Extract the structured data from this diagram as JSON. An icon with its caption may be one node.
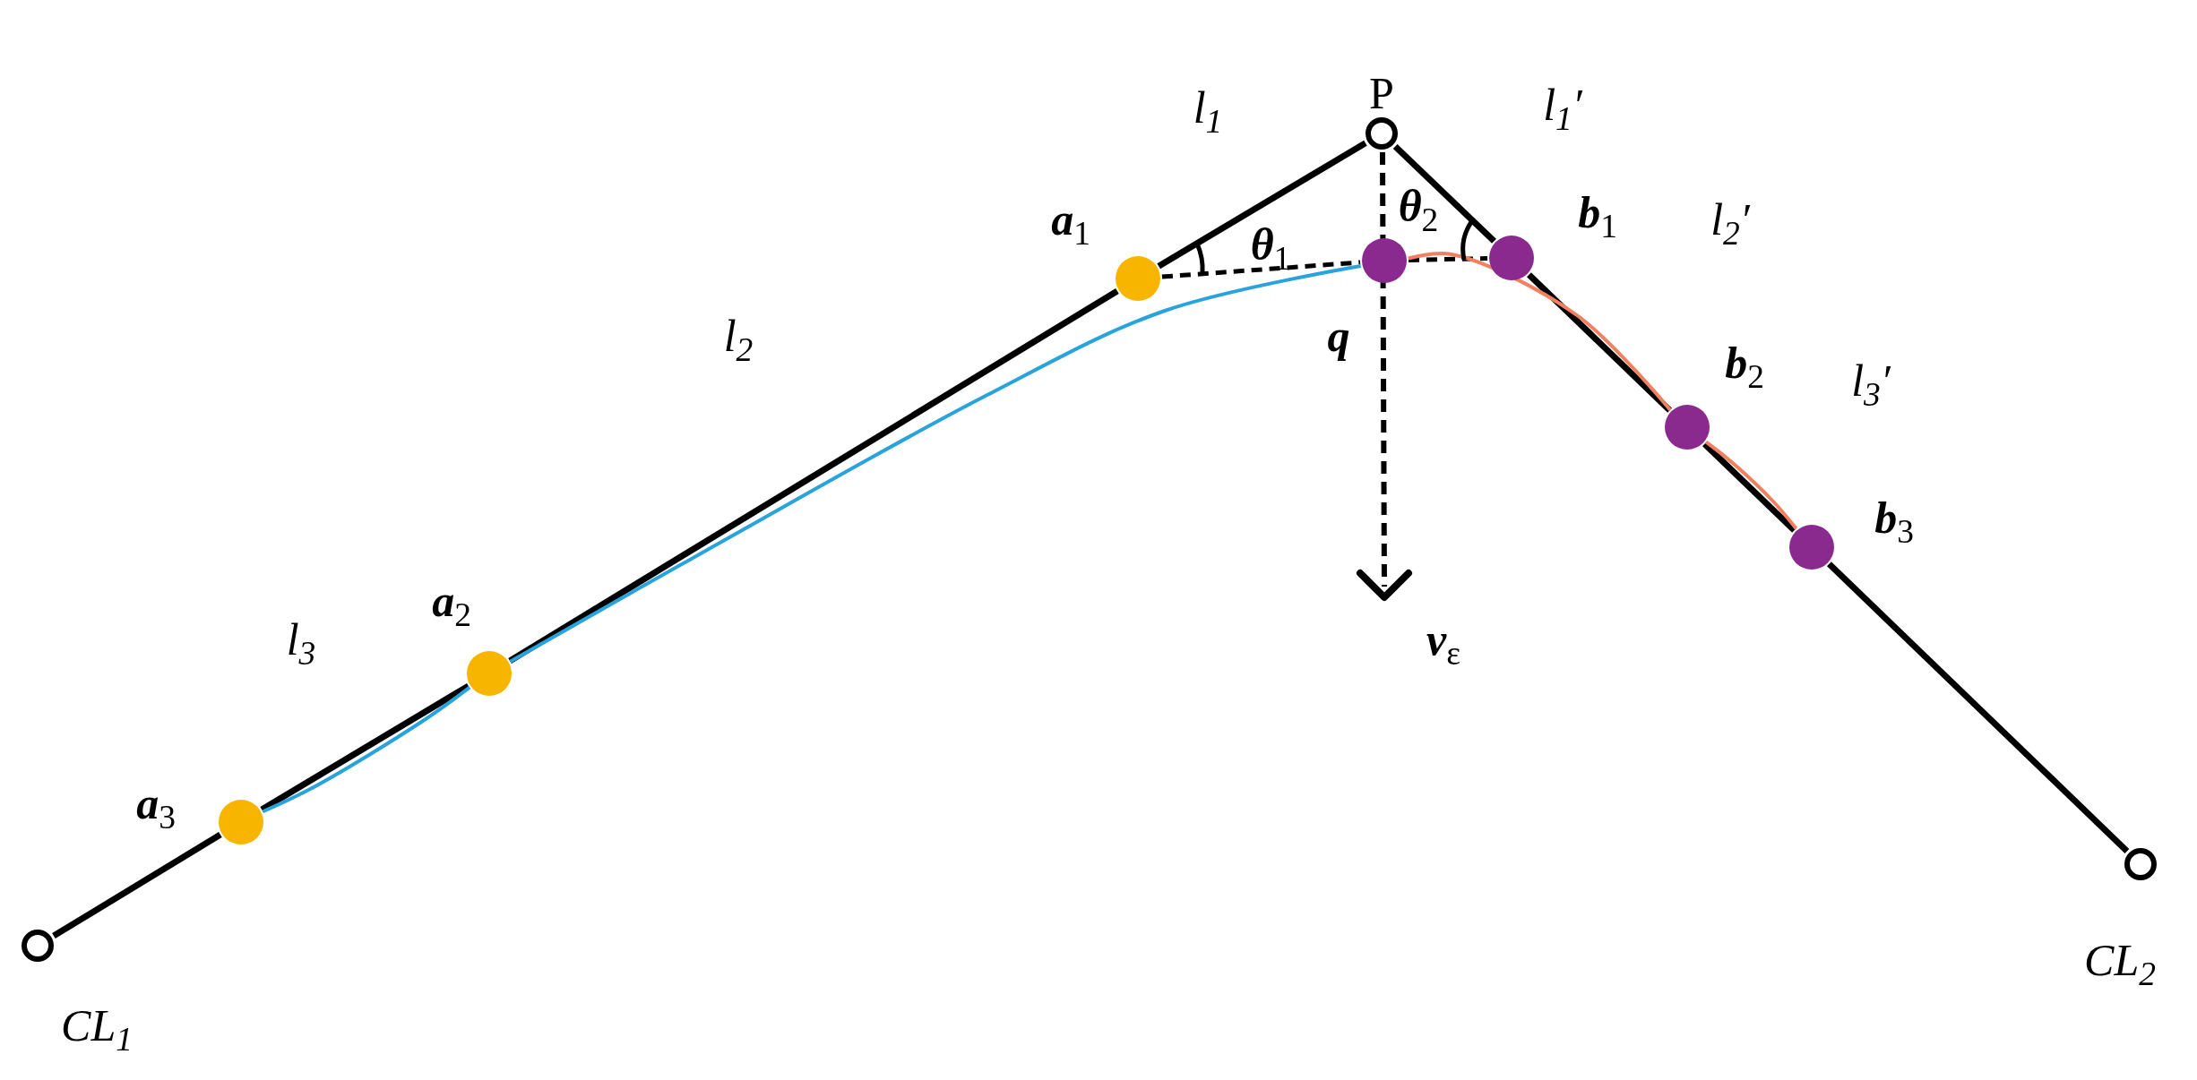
{
  "diagram": {
    "nodes": [
      {
        "text": [
          "CL$_{1}$"
        ]
      },
      {
        "text": [
          "P"
        ]
      },
      {
        "text": [
          "CL$_{2}$"
        ]
      },
      {
        "text": [
          "**a**$_{1}$"
        ]
      },
      {
        "text": [
          "**a**$_{2}$"
        ]
      },
      {
        "text": [
          "**a**$_{3}$"
        ]
      },
      {
        "text": [
          "**q**"
        ]
      },
      {
        "text": [
          "**b**$_{1}$"
        ]
      },
      {
        "text": [
          "**b**$_{2}$"
        ]
      },
      {
        "text": [
          "**b**$_{3}$"
        ]
      }
    ],
    "edges": [
      {
        "from": 0,
        "to": 5,
        "arrow": "none"
      },
      {
        "from": 5,
        "to": 4,
        "arrow": "none"
      },
      {
        "from": 4,
        "to": 3,
        "arrow": "none"
      },
      {
        "from": 3,
        "to": 1,
        "arrow": "none"
      },
      {
        "from": 1,
        "to": 7,
        "arrow": "none"
      },
      {
        "from": 7,
        "to": 8,
        "arrow": "none"
      },
      {
        "from": 8,
        "to": 9,
        "arrow": "none"
      },
      {
        "from": 9,
        "to": 2,
        "arrow": "none"
      },
      {
        "from": 3,
        "to": 6,
        "arrow": "none",
        "style": "dashed"
      },
      {
        "from": 6,
        "to": 7,
        "arrow": "none",
        "style": "dashed"
      },
      {
        "from": 5,
        "to": 4,
        "arrow": "none",
        "color": "#29a3dc"
      },
      {
        "from": 4,
        "to": 6,
        "arrow": "none",
        "color": "#29a3dc"
      },
      {
        "from": 6,
        "to": 8,
        "arrow": "none",
        "color": "#f08060"
      },
      {
        "from": 8,
        "to": 9,
        "arrow": "none",
        "color": "#f08060"
      }
    ],
    "labels": [
      "l$_{1}$",
      "l$_{1}$′",
      "θ$_{2}$",
      "l$_{2}$′",
      "θ$_{1}$",
      "l$_{2}$",
      "l$_{3}$′",
      "**v**$_{ε}$",
      "l$_{3}$"
    ]
  }
}
